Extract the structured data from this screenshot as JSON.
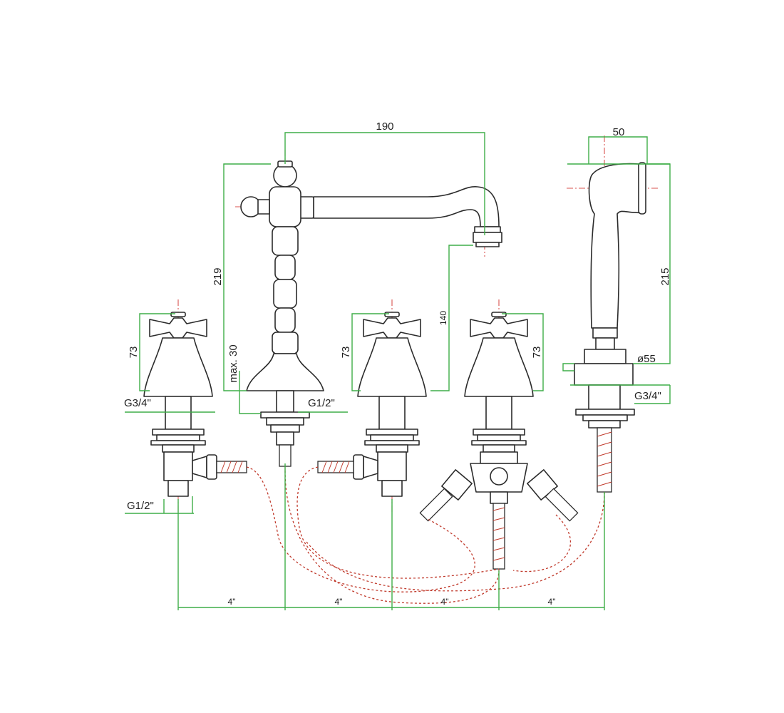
{
  "colors": {
    "outline": "#2b2b2b",
    "dimension": "#3fae48",
    "centerline": "#d9534f",
    "hose": "#c0392b"
  },
  "dimensions": {
    "spout_reach": "190",
    "handshower_width": "50",
    "spout_height": "219",
    "handshower_length": "215",
    "spout_outlet_height": "140",
    "valve_left_height": "73",
    "valve_center_height": "73",
    "valve_right_height": "73",
    "max_deck": "max. 30",
    "diameter": "ø55",
    "thread_left_top": "G3/4\"",
    "thread_left_bottom": "G1/2\"",
    "thread_spout": "G1/2\"",
    "thread_handshower": "G3/4\"",
    "spacing_1": "4\"",
    "spacing_2": "4\"",
    "spacing_3": "4\"",
    "spacing_4": "4\""
  }
}
